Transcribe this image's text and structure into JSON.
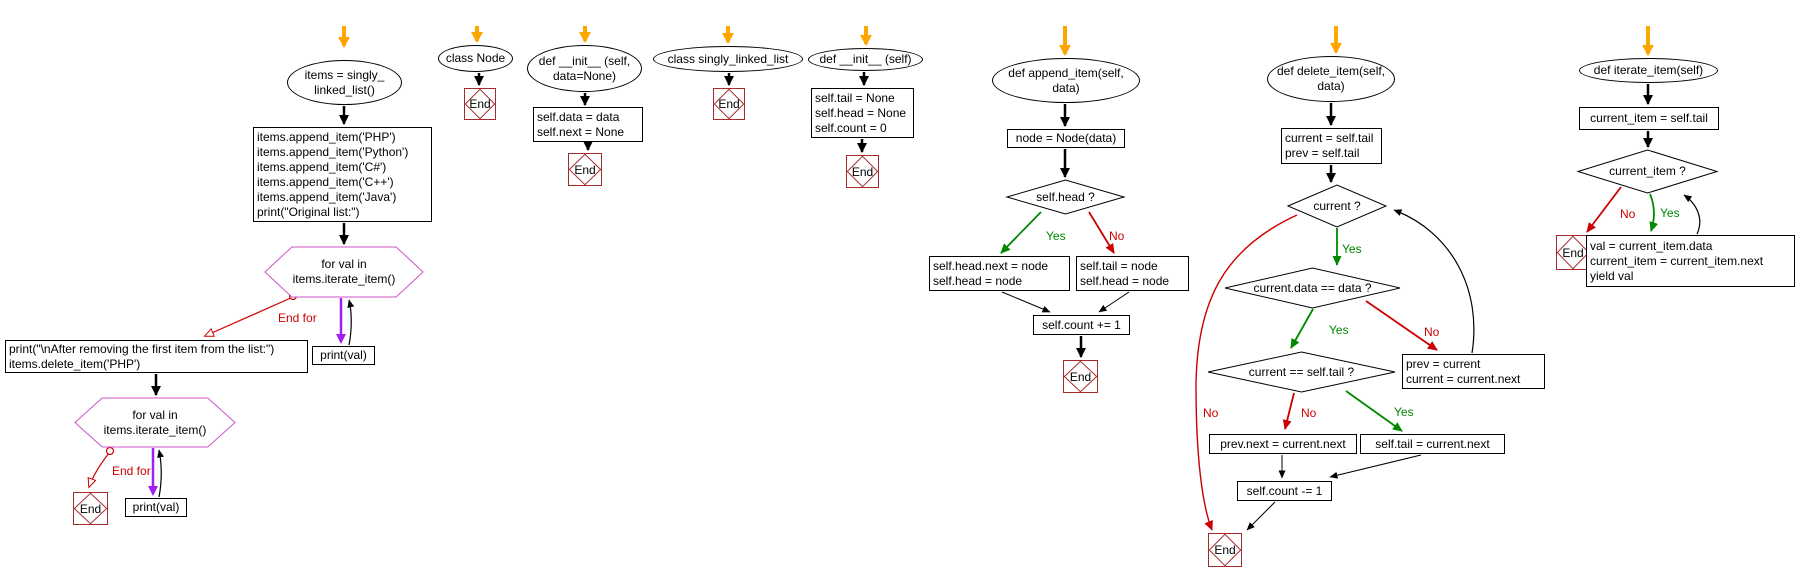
{
  "colors": {
    "background": "#FFFFFF",
    "node_stroke": "#000000",
    "loop_hexagon": "#CC55CC",
    "loop_arrow": "#A020F0",
    "start_arrow": "#FFA500",
    "yes_green": "#008800",
    "no_red": "#CC0000",
    "end_box": "#A52A2A"
  },
  "labels": {
    "yes": "Yes",
    "no": "No",
    "end": "End",
    "end_for": "End for"
  },
  "charts": {
    "main": {
      "start": "items = singly_\nlinked_list()",
      "body": "items.append_item('PHP')\nitems.append_item('Python')\nitems.append_item('C#')\nitems.append_item('C++')\nitems.append_item('Java')\nprint(\"Original list:\")",
      "loop1": "for val in\nitems.iterate_item()",
      "print1": "print(val)",
      "after_remove": "print(\"\\nAfter removing the first item from the list:\")\nitems.delete_item('PHP')",
      "loop2": "for val in\nitems.iterate_item()",
      "print2": "print(val)"
    },
    "node_class": {
      "title": "class Node"
    },
    "node_init": {
      "title": "def __init__ (self,\ndata=None)",
      "body": "self.data = data\nself.next = None"
    },
    "list_class": {
      "title": "class singly_linked_list"
    },
    "list_init": {
      "title": "def __init__ (self)",
      "body": "self.tail = None\nself.head = None\nself.count = 0"
    },
    "append_item": {
      "title": "def append_item(self,\ndata)",
      "create_node": "node = Node(data)",
      "cond_head": "self.head ?",
      "yes_branch": "self.head.next = node\nself.head = node",
      "no_branch": "self.tail = node\nself.head = node",
      "count": "self.count += 1"
    },
    "delete_item": {
      "title": "def delete_item(self,\ndata)",
      "init": "current = self.tail\nprev = self.tail",
      "cond_current": "current ?",
      "cond_data": "current.data == data ?",
      "cond_tail": "current == self.tail ?",
      "advance": "prev = current\ncurrent = current.next",
      "unlink_middle": "prev.next = current.next",
      "unlink_tail": "self.tail = current.next",
      "count": "self.count -= 1"
    },
    "iterate_item": {
      "title": "def iterate_item(self)",
      "init": "current_item = self.tail",
      "cond": "current_item ?",
      "body": "val = current_item.data\ncurrent_item = current_item.next\nyield val"
    }
  }
}
